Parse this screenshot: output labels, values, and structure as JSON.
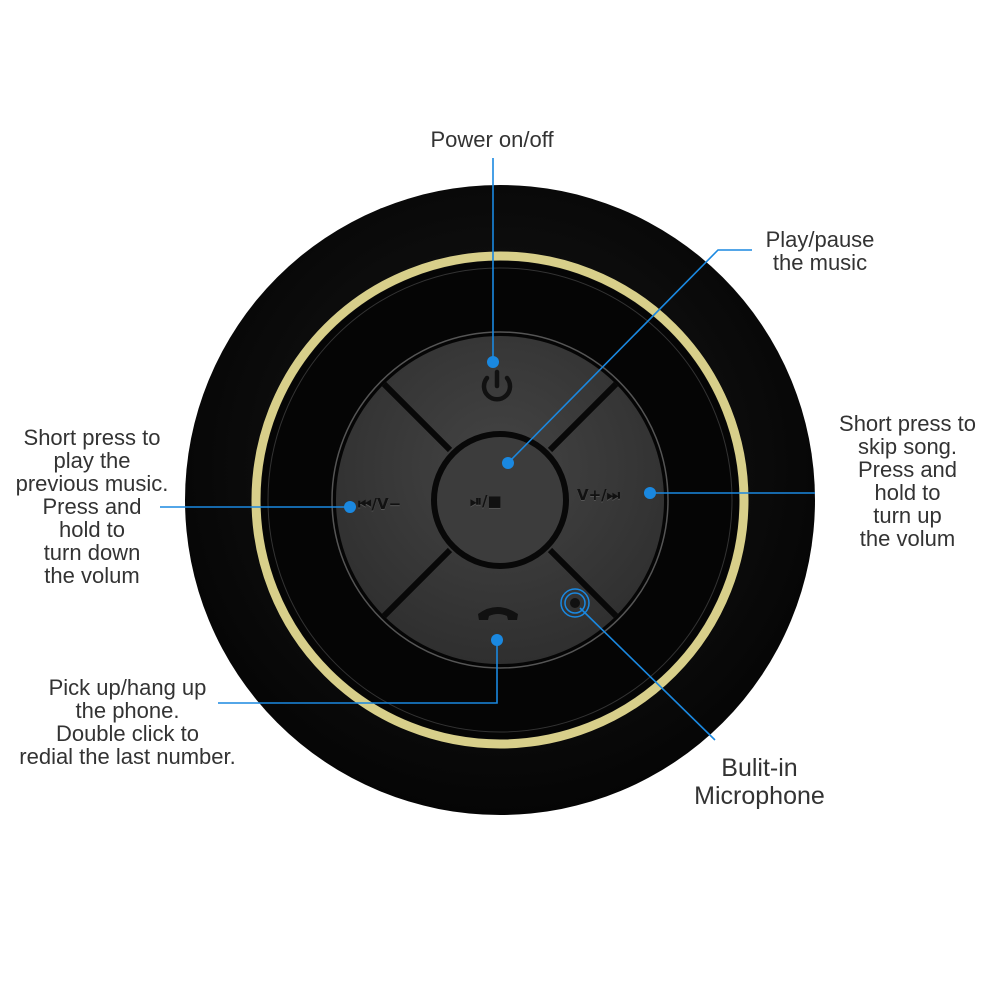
{
  "labels": {
    "power": "Power on/off",
    "play_pause": "Play/pause\nthe music",
    "previous": "Short press to\nplay the\nprevious music.\nPress and\nhold to\nturn down\nthe volum",
    "next": "Short press to\nskip song.\nPress and\nhold to\nturn up\nthe volum",
    "phone": "Pick up/hang up\nthe phone.\nDouble click to\nredial the last number.",
    "microphone": "Bulit-in\nMicrophone"
  },
  "buttons": {
    "prev_label": "⏮/V−",
    "play_label": "⏯/■",
    "next_label": "V+/⏭"
  },
  "colors": {
    "accent": "#1a88e0",
    "ring": "#d8cf8a",
    "pad": "#3a3a3a",
    "body": "#0c0c0c"
  }
}
